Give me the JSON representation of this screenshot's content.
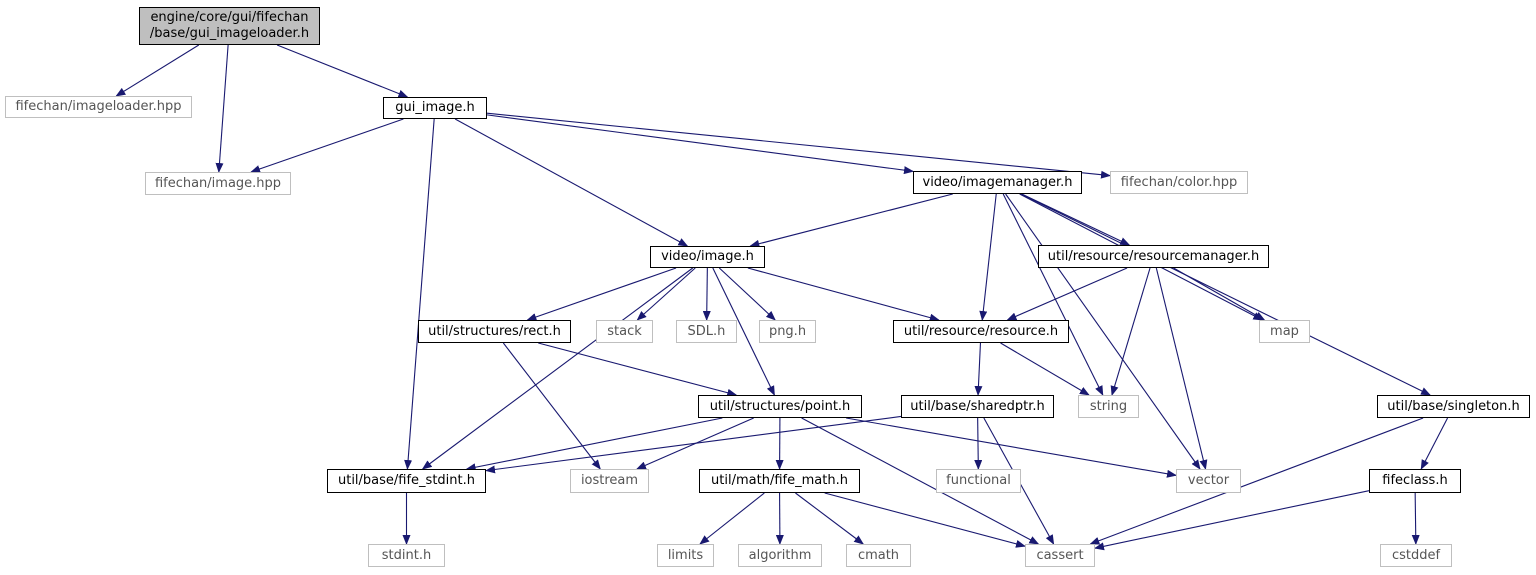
{
  "colors": {
    "edge": "#191970",
    "root_fill": "#bfbfbf",
    "internal_border": "#000000",
    "external_border": "#bfbfbf"
  },
  "nodes": {
    "root": {
      "line1": "engine/core/gui/fifechan",
      "line2": "/base/gui_imageloader.h"
    },
    "imageloader_hpp": "fifechan/imageloader.hpp",
    "gui_image_h": "gui_image.h",
    "image_hpp": "fifechan/image.hpp",
    "imagemanager_h": "video/imagemanager.h",
    "color_hpp": "fifechan/color.hpp",
    "video_image_h": "video/image.h",
    "resourcemanager_h": "util/resource/resourcemanager.h",
    "rect_h": "util/structures/rect.h",
    "stack": "stack",
    "sdl_h": "SDL.h",
    "png_h": "png.h",
    "resource_h": "util/resource/resource.h",
    "map": "map",
    "point_h": "util/structures/point.h",
    "sharedptr_h": "util/base/sharedptr.h",
    "string": "string",
    "singleton_h": "util/base/singleton.h",
    "fife_stdint_h": "util/base/fife_stdint.h",
    "iostream": "iostream",
    "fife_math_h": "util/math/fife_math.h",
    "functional": "functional",
    "vector": "vector",
    "fifeclass_h": "fifeclass.h",
    "stdint_h": "stdint.h",
    "limits": "limits",
    "algorithm": "algorithm",
    "cmath": "cmath",
    "cassert": "cassert",
    "cstddef": "cstddef"
  },
  "edges": [
    [
      "root",
      "imageloader_hpp"
    ],
    [
      "root",
      "image_hpp"
    ],
    [
      "root",
      "gui_image_h"
    ],
    [
      "gui_image_h",
      "image_hpp"
    ],
    [
      "gui_image_h",
      "fife_stdint_h"
    ],
    [
      "gui_image_h",
      "video_image_h"
    ],
    [
      "gui_image_h",
      "imagemanager_h"
    ],
    [
      "gui_image_h",
      "color_hpp"
    ],
    [
      "imagemanager_h",
      "video_image_h"
    ],
    [
      "imagemanager_h",
      "resource_h"
    ],
    [
      "imagemanager_h",
      "string"
    ],
    [
      "imagemanager_h",
      "resourcemanager_h"
    ],
    [
      "imagemanager_h",
      "map"
    ],
    [
      "imagemanager_h",
      "vector"
    ],
    [
      "imagemanager_h",
      "singleton_h"
    ],
    [
      "video_image_h",
      "fife_stdint_h"
    ],
    [
      "video_image_h",
      "rect_h"
    ],
    [
      "video_image_h",
      "stack"
    ],
    [
      "video_image_h",
      "sdl_h"
    ],
    [
      "video_image_h",
      "png_h"
    ],
    [
      "video_image_h",
      "point_h"
    ],
    [
      "video_image_h",
      "resource_h"
    ],
    [
      "resourcemanager_h",
      "resource_h"
    ],
    [
      "resourcemanager_h",
      "string"
    ],
    [
      "resourcemanager_h",
      "map"
    ],
    [
      "resourcemanager_h",
      "vector"
    ],
    [
      "rect_h",
      "point_h"
    ],
    [
      "rect_h",
      "iostream"
    ],
    [
      "resource_h",
      "string"
    ],
    [
      "resource_h",
      "sharedptr_h"
    ],
    [
      "point_h",
      "fife_stdint_h"
    ],
    [
      "point_h",
      "iostream"
    ],
    [
      "point_h",
      "fife_math_h"
    ],
    [
      "point_h",
      "cassert"
    ],
    [
      "point_h",
      "vector"
    ],
    [
      "sharedptr_h",
      "fife_stdint_h"
    ],
    [
      "sharedptr_h",
      "functional"
    ],
    [
      "sharedptr_h",
      "cassert"
    ],
    [
      "singleton_h",
      "fifeclass_h"
    ],
    [
      "singleton_h",
      "cassert"
    ],
    [
      "fifeclass_h",
      "cassert"
    ],
    [
      "fifeclass_h",
      "cstddef"
    ],
    [
      "fife_stdint_h",
      "stdint_h"
    ],
    [
      "fife_math_h",
      "limits"
    ],
    [
      "fife_math_h",
      "algorithm"
    ],
    [
      "fife_math_h",
      "cmath"
    ],
    [
      "fife_math_h",
      "cassert"
    ]
  ]
}
